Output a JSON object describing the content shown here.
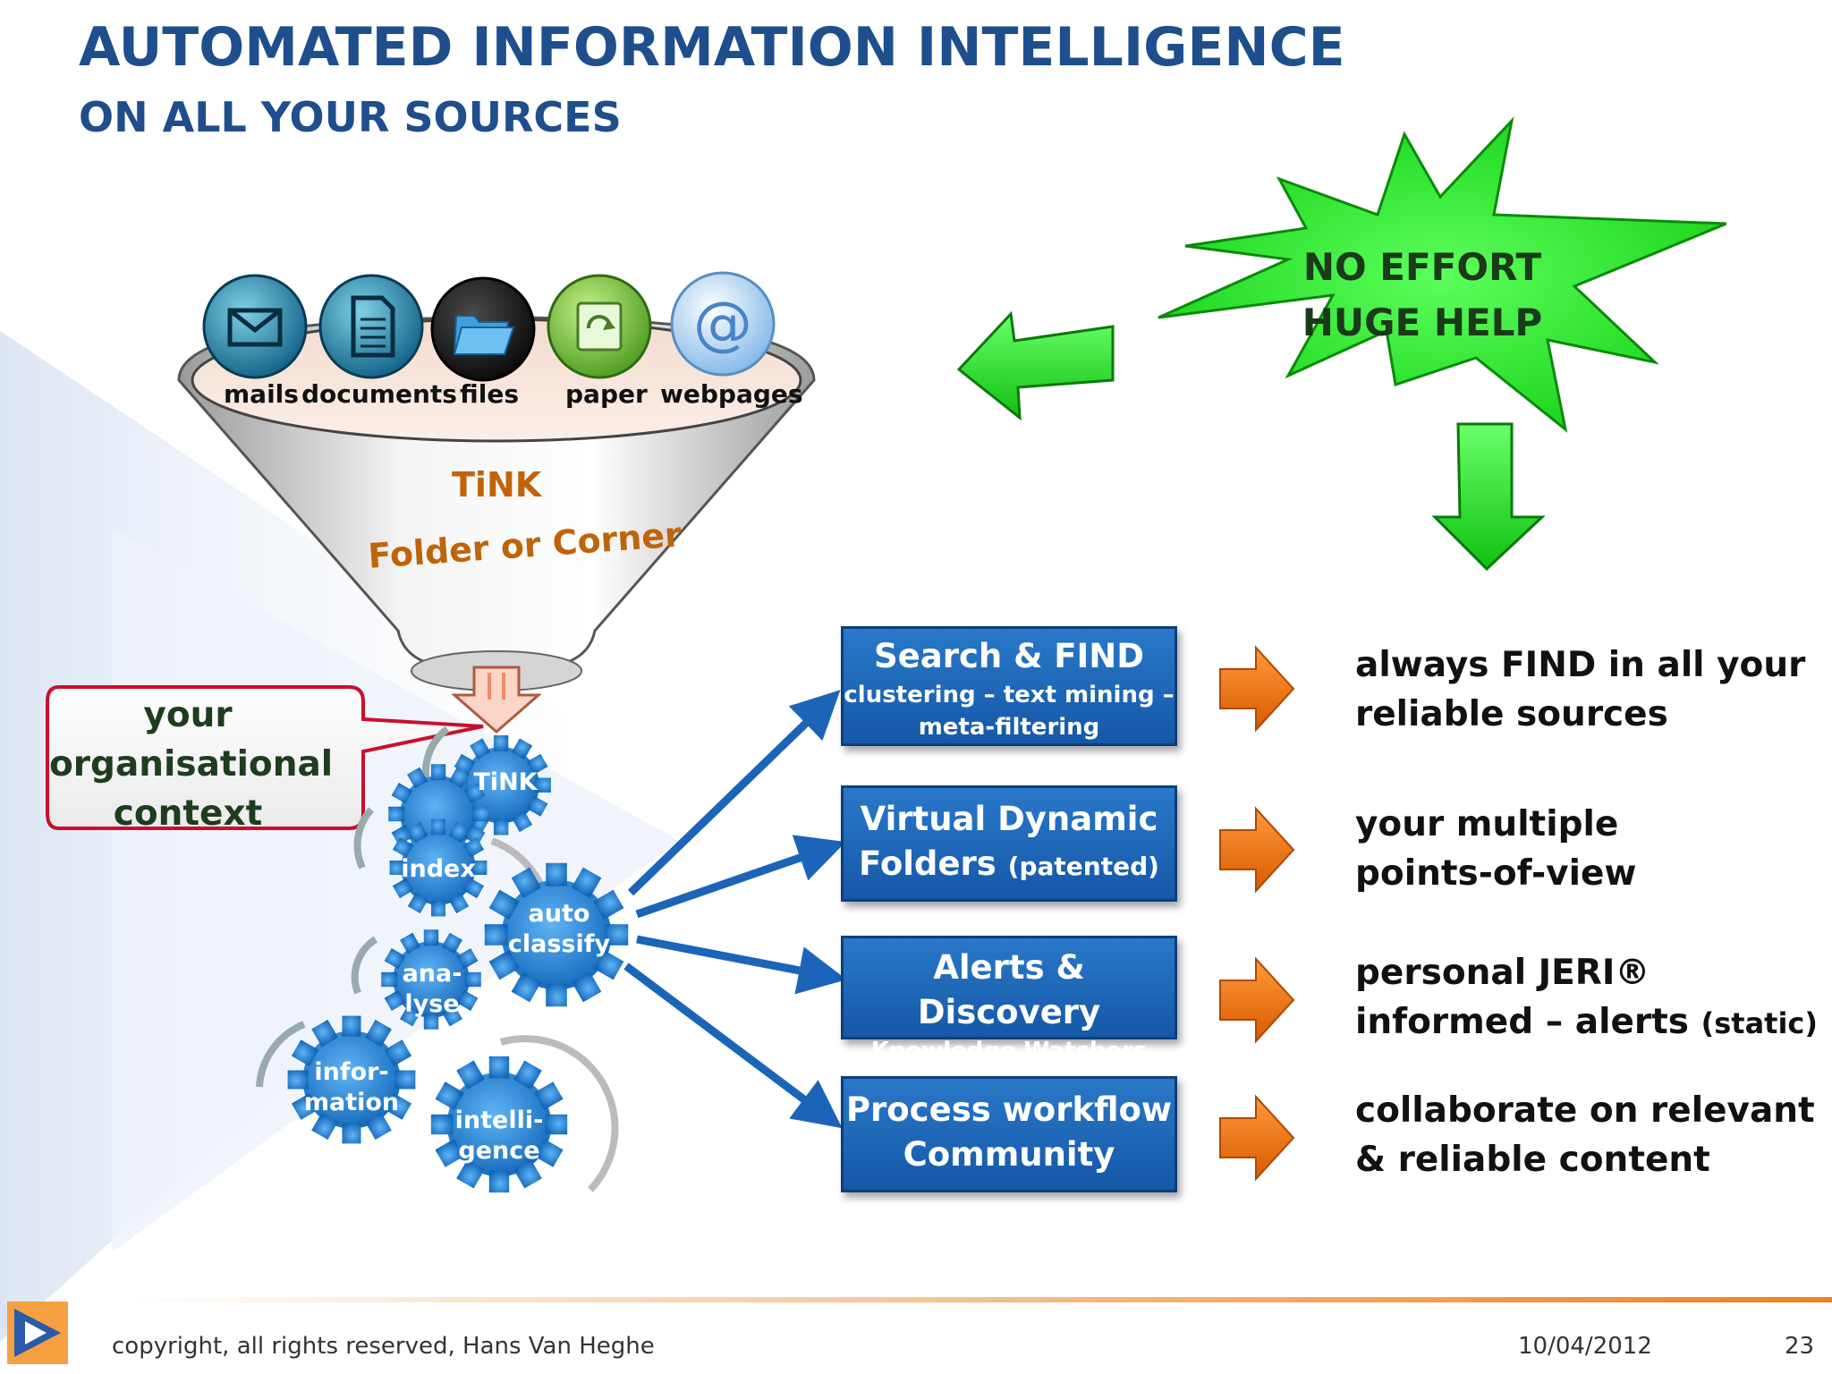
{
  "title": {
    "line1": "AUTOMATED INFORMATION INTELLIGENCE",
    "line2": "ON ALL YOUR SOURCES"
  },
  "sources": [
    {
      "label": "mails",
      "icon": "envelope-icon"
    },
    {
      "label": "documents",
      "icon": "document-icon"
    },
    {
      "label": "files",
      "icon": "folder-icon"
    },
    {
      "label": "paper",
      "icon": "scanner-icon"
    },
    {
      "label": "webpages",
      "icon": "at-sign-icon"
    }
  ],
  "funnel": {
    "name": "TiNK",
    "subtitle": "Folder or Corner"
  },
  "callout": {
    "line1": "your",
    "line2": "organisational",
    "line3": "context"
  },
  "gears": {
    "tink": "TiNK",
    "index": "index",
    "auto_line1": "auto",
    "auto_line2": "classify",
    "analyse_line1": "ana-",
    "analyse_line2": "lyse",
    "information_line1": "infor-",
    "information_line2": "mation",
    "intelligence_line1": "intelli-",
    "intelligence_line2": "gence"
  },
  "starburst": {
    "line1": "NO EFFORT",
    "line2": "HUGE HELP"
  },
  "features": [
    {
      "title": "Search & FIND",
      "sub1": "clustering – text mining –",
      "sub2": "meta-filtering"
    },
    {
      "title": "Virtual Dynamic",
      "title2": "Folders",
      "note": "(patented)"
    },
    {
      "title": "Alerts & Discovery",
      "sub1": "Knowledge Watchers"
    },
    {
      "title": "Process workflow",
      "title2": "Community"
    }
  ],
  "results": [
    {
      "line1": "always FIND in all your",
      "line2": "reliable sources"
    },
    {
      "line1": "your multiple",
      "line2": "points-of-view"
    },
    {
      "line1": "personal JERI®",
      "line2": "informed – alerts",
      "note": "(static)"
    },
    {
      "line1": "collaborate on relevant",
      "line2": "& reliable content"
    }
  ],
  "footer": {
    "copyright": "copyright, all rights reserved, Hans Van Heghe",
    "date": "10/04/2012",
    "page": "23"
  },
  "colors": {
    "title_blue": "#1f4e8c",
    "feature_blue": "#1c64b8",
    "gear_blue": "#1e7fd6",
    "star_green": "#22ee22",
    "arrow_orange": "#f07010",
    "funnel_text": "#c0640a"
  }
}
